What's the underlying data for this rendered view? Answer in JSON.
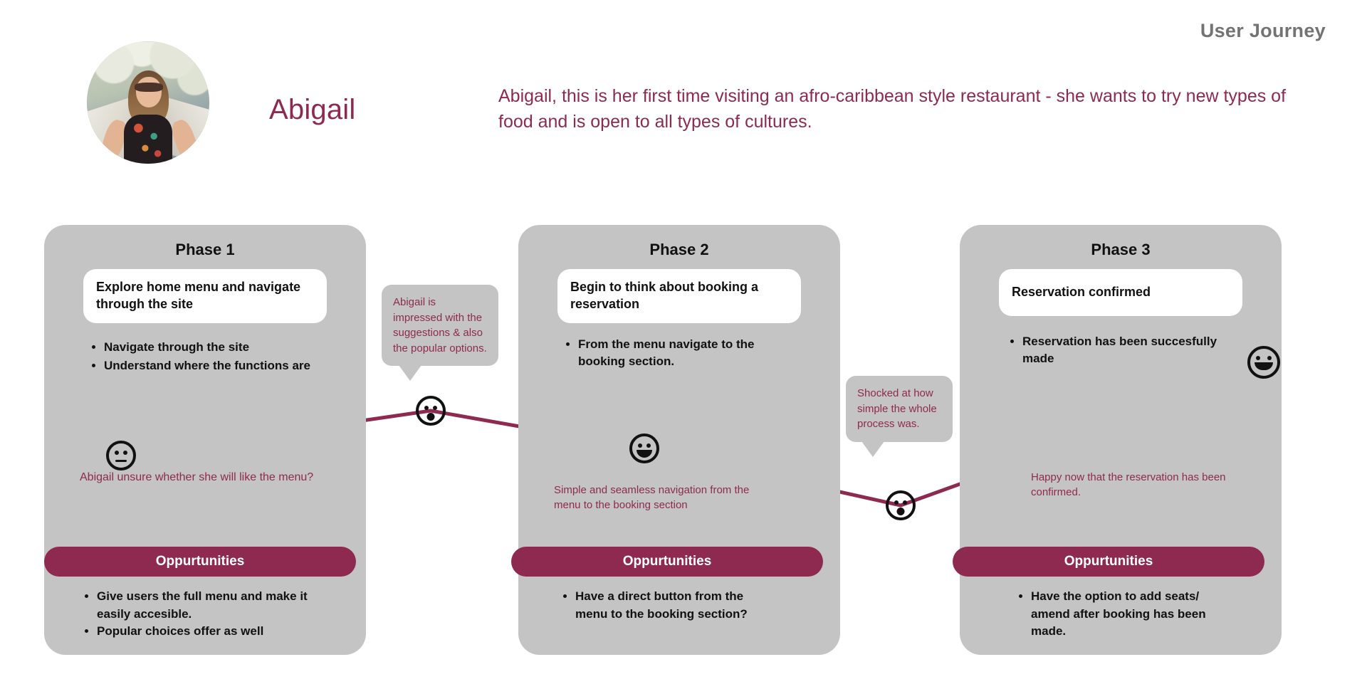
{
  "header": {
    "journey_title": "User Journey",
    "persona_name": "Abigail",
    "persona_description": "Abigail, this is her first time visiting an afro-caribbean style restaurant - she wants to try new types of food and is open to all types of cultures.",
    "avatar_icon": "persona-photo"
  },
  "colors": {
    "accent": "#8e2a4f",
    "card_gray": "#c4c4c4",
    "title_gray": "#737373",
    "white": "#ffffff",
    "text_black": "#111111"
  },
  "phases": [
    {
      "title": "Phase 1",
      "goal": "Explore home menu and navigate through the site",
      "actions": [
        "Navigate through the site",
        "Understand where the functions are"
      ],
      "emotion_caption": "Abigail unsure whether she will like the menu?",
      "opportunities_label": "Oppurtunities",
      "opportunities": [
        "Give users the full menu and make it easily accesible.",
        "Popular choices offer as well"
      ]
    },
    {
      "title": "Phase 2",
      "goal": "Begin to think about booking a reservation",
      "actions": [
        "From the menu navigate to the booking section."
      ],
      "emotion_caption": "Simple and seamless navigation from the menu to the booking section",
      "opportunities_label": "Oppurtunities",
      "opportunities": [
        "Have a direct button from the menu to the booking section?"
      ]
    },
    {
      "title": "Phase 3",
      "goal": "Reservation confirmed",
      "actions": [
        "Reservation has been succesfully made"
      ],
      "emotion_caption": "Happy now that the reservation has been confirmed.",
      "opportunities_label": "Oppurtunities",
      "opportunities": [
        "Have the option to add seats/ amend after booking has been made."
      ]
    }
  ],
  "bubbles": [
    {
      "text": "Abigail is impressed with the suggestions & also the popular options."
    },
    {
      "text": "Shocked at how simple the whole process was."
    }
  ],
  "chart_data": {
    "type": "line",
    "title": "User Journey emotion line",
    "x": [
      170,
      605,
      905,
      1265,
      1795
    ],
    "y": [
      640,
      577,
      630,
      710,
      519
    ],
    "point_labels": [
      "neutral",
      "surprised",
      "happy",
      "surprised",
      "very-happy"
    ],
    "line_color": "#8e2a4f",
    "line_width": 5,
    "grid": false,
    "legend": false
  }
}
